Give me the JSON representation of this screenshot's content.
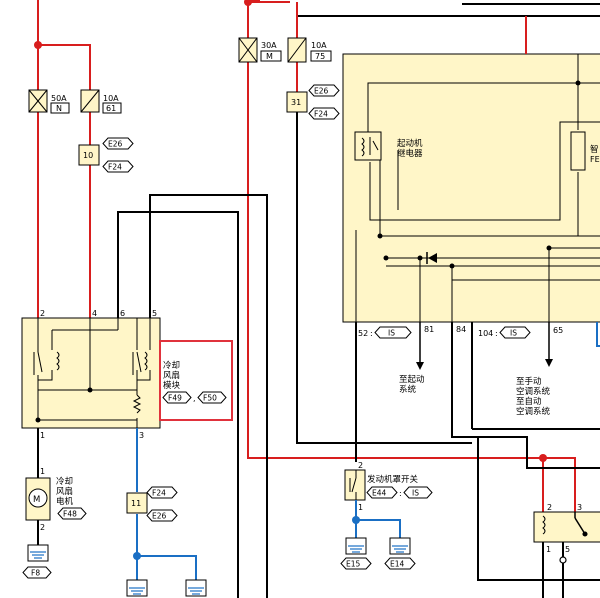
{
  "colors": {
    "red_wire": "#d81e1e",
    "blue_wire": "#1a6fc4",
    "black_wire": "#000000",
    "module_fill": "#fff6c8",
    "highlight_box": "#e0323c"
  },
  "fuses": {
    "f50a": {
      "rating": "50A",
      "code": "N"
    },
    "f10a_61": {
      "rating": "10A",
      "code": "61"
    },
    "f30a": {
      "rating": "30A",
      "code": "M"
    },
    "f10a_75": {
      "rating": "10A",
      "code": "75"
    }
  },
  "connectors": {
    "c10": {
      "num": "10",
      "a": "E26",
      "b": "F24"
    },
    "c31": {
      "num": "31",
      "a": "E26",
      "b": "F24"
    },
    "c11": {
      "num": "11",
      "a": "F24",
      "b": "E26"
    }
  },
  "starter_relay": {
    "line1": "起动机",
    "line2": "继电器"
  },
  "partial_module": {
    "char": "智",
    "code": "FE"
  },
  "ipdm_pins": {
    "p52": "52",
    "p52_tag": "IS",
    "p81": "81",
    "p84": "84",
    "p104": "104",
    "p104_tag": "IS",
    "p65": "65"
  },
  "destinations": {
    "starter": {
      "line1": "至起动",
      "line2": "系统"
    },
    "ac": {
      "line1": "至手动",
      "line2": "空调系统",
      "line3": "至自动",
      "line4": "空调系统"
    }
  },
  "cooling_fan_module": {
    "line1": "冷却",
    "line2": "风扇",
    "line3": "模块",
    "conn_a": "F49",
    "conn_b": "F50",
    "pin2": "2",
    "pin4": "4",
    "pin6": "6",
    "pin5": "5",
    "pin1": "1",
    "pin3": "3"
  },
  "fan_motor": {
    "line1": "冷却",
    "line2": "风扇",
    "line3": "电机",
    "connector": "F48",
    "pin1": "1",
    "pin2": "2"
  },
  "hood_switch": {
    "label": "发动机罩开关",
    "conn_a": "E44",
    "conn_b": "IS",
    "pin2": "2",
    "pin1": "1"
  },
  "grounds": {
    "f8": "F8",
    "e15": "E15",
    "e14": "E14"
  },
  "relay_right": {
    "pin2": "2",
    "pin3": "3",
    "pin1": "1",
    "pin5": "5"
  }
}
